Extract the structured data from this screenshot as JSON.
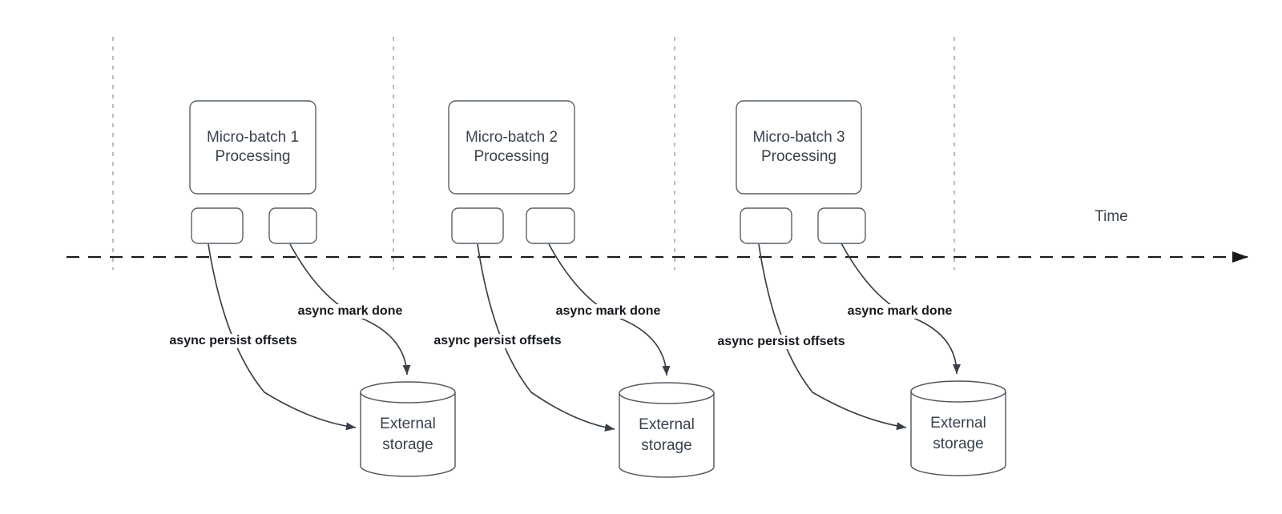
{
  "diagram": {
    "time_label": "Time",
    "batches": [
      {
        "box_label": "Micro-batch 1\nProcessing",
        "persist_label": "async persist offsets",
        "mark_done_label": "async mark done",
        "storage_label": "External\nstorage"
      },
      {
        "box_label": "Micro-batch 2\nProcessing",
        "persist_label": "async persist offsets",
        "mark_done_label": "async mark done",
        "storage_label": "External\nstorage"
      },
      {
        "box_label": "Micro-batch 3\nProcessing",
        "persist_label": "async persist offsets",
        "mark_done_label": "async mark done",
        "storage_label": "External\nstorage"
      }
    ]
  }
}
